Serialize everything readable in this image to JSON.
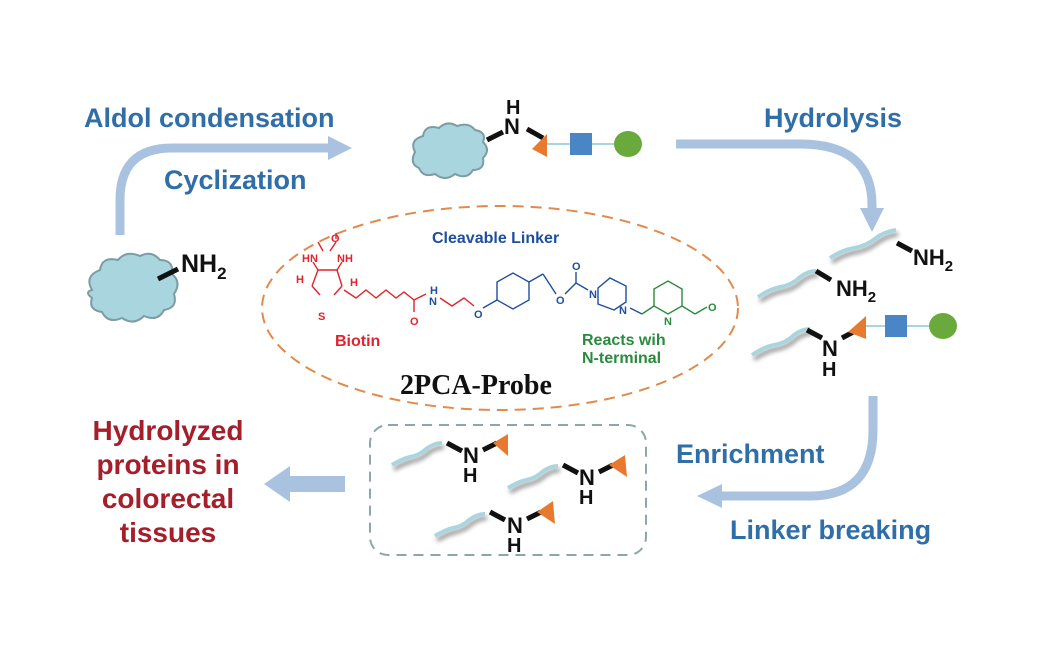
{
  "steps": {
    "aldol": "Aldol condensation",
    "cyclization": "Cyclization",
    "hydrolysis": "Hydrolysis",
    "enrichment": "Enrichment",
    "linker_breaking": "Linker breaking"
  },
  "result": {
    "line1": "Hydrolyzed",
    "line2": "proteins in",
    "line3": "colorectal",
    "line4": "tissues"
  },
  "probe": {
    "name": "2PCA-Probe",
    "cleavable_linker": "Cleavable Linker",
    "biotin": "Biotin",
    "reacts_line1": "Reacts wih",
    "reacts_line2": "N-terminal"
  },
  "chem_labels": {
    "nh2": "NH",
    "sub2": "2",
    "n": "N",
    "h": "H",
    "o": "O",
    "s": "S",
    "hn": "HN",
    "nh": "NH"
  },
  "colors": {
    "arrow": "#a9c2e0",
    "step_text": "#2f6ea7",
    "result_text": "#a51f2a",
    "protein": "#a8d5de",
    "triangle": "#e87a30",
    "square": "#4a86c5",
    "circle": "#6aaa3c",
    "biotin": "#e2222c",
    "linker": "#1f4e9c",
    "reactive": "#2a8a3e",
    "ellipse": "#e08a4c",
    "box": "#8fa6a8"
  }
}
